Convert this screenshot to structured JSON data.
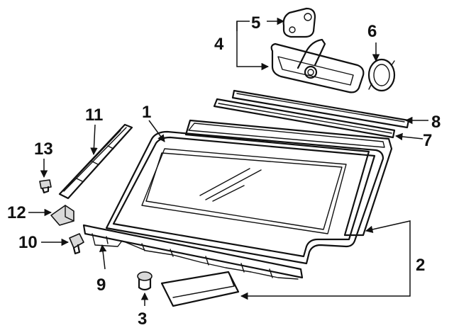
{
  "callouts": [
    {
      "id": "1",
      "label": "1"
    },
    {
      "id": "2",
      "label": "2"
    },
    {
      "id": "3",
      "label": "3"
    },
    {
      "id": "4",
      "label": "4"
    },
    {
      "id": "5",
      "label": "5"
    },
    {
      "id": "6",
      "label": "6"
    },
    {
      "id": "7",
      "label": "7"
    },
    {
      "id": "8",
      "label": "8"
    },
    {
      "id": "9",
      "label": "9"
    },
    {
      "id": "10",
      "label": "10"
    },
    {
      "id": "11",
      "label": "11"
    },
    {
      "id": "12",
      "label": "12"
    },
    {
      "id": "13",
      "label": "13"
    }
  ],
  "colors": {
    "ink": "#111111",
    "background": "#ffffff",
    "shade": "#d9d9d9"
  }
}
